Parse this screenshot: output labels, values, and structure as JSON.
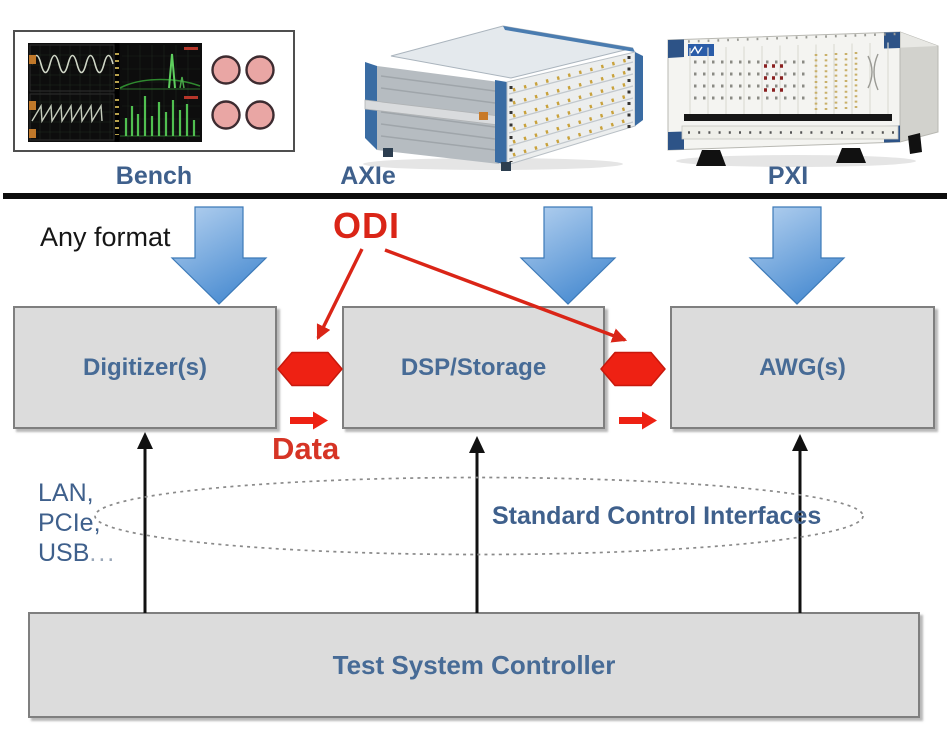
{
  "platforms": {
    "bench_label": "Bench",
    "axie_label": "AXIe",
    "pxi_label": "PXI"
  },
  "signal_flow": {
    "any_format": "Any format",
    "odi": "ODI",
    "data": "Data",
    "boxes": [
      {
        "label": "Digitizer(s)"
      },
      {
        "label": "DSP/Storage"
      },
      {
        "label": "AWG(s)"
      }
    ]
  },
  "control": {
    "lan": "LAN,",
    "pcie": "PCIe,",
    "usb": "USB",
    "usb_ellipsis": "...",
    "standard_interfaces": "Standard Control Interfaces",
    "controller": "Test System Controller"
  },
  "colors": {
    "accent_red": "#da2517",
    "arrow_blue_light": "#b3d1ef",
    "arrow_blue_dark": "#4d8ed2",
    "box_fill": "#dcdcdc",
    "box_border": "#7f7f7f",
    "label_blue": "#3f608c",
    "box_text_blue": "#476b96"
  }
}
